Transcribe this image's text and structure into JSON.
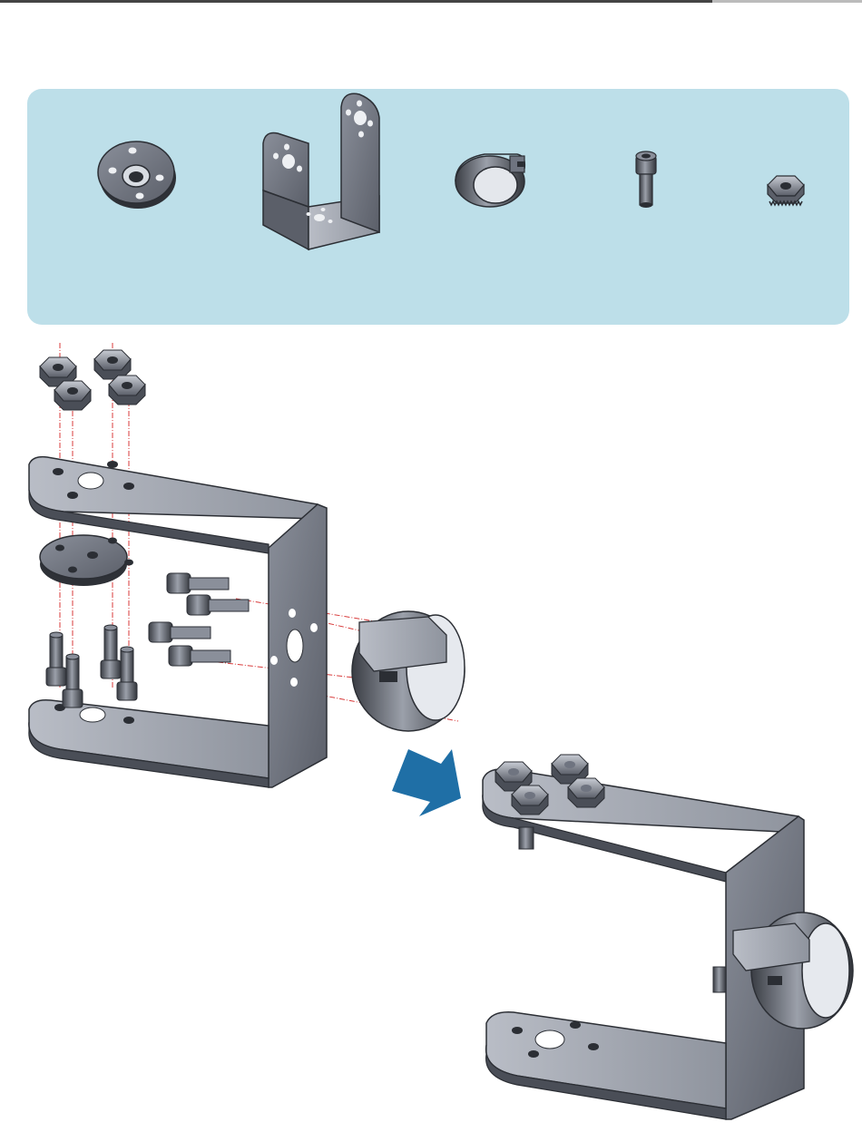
{
  "colors": {
    "panel_background": "#bddfe9",
    "metal_face": "#6f7480",
    "metal_top": "#a7acb6",
    "metal_edge": "#2b2e34",
    "guide_line": "#d83a3a",
    "arrow": "#1f6fa6"
  },
  "parts_list": {
    "items": [
      {
        "name": "round-servo-horn"
      },
      {
        "name": "u-bracket"
      },
      {
        "name": "bearing-clamp"
      },
      {
        "name": "socket-head-screw"
      },
      {
        "name": "lock-nut"
      }
    ]
  },
  "steps": [
    {
      "name": "exploded-view"
    },
    {
      "name": "assembled-view"
    }
  ],
  "icons": [
    "arrow-right-icon"
  ]
}
